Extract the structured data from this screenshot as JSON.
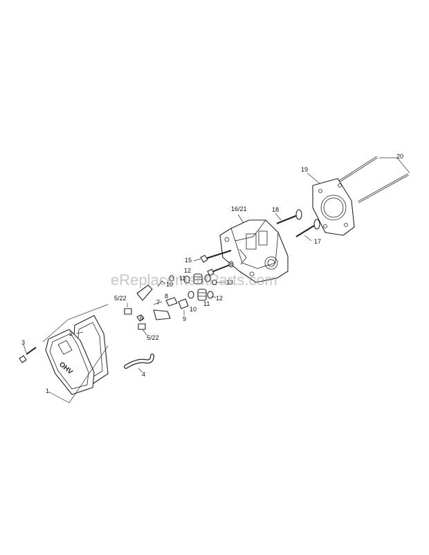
{
  "watermark": "eReplacementParts.com",
  "cover_logo": "OHV",
  "callouts": {
    "c1": "1",
    "c2": "2",
    "c3": "3",
    "c4": "4",
    "c5_22_top": "5/22",
    "c5_22_bottom": "5/22",
    "c6": "6",
    "c7": "7",
    "c8": "8",
    "c9": "9",
    "c10_upper": "10",
    "c10_lower": "10",
    "c11_upper": "11",
    "c11_lower": "11",
    "c12_upper": "12",
    "c12_lower": "12",
    "c13": "13",
    "c15": "15",
    "c16_21": "16/21",
    "c17": "17",
    "c18": "18",
    "c19": "19",
    "c20": "20"
  }
}
